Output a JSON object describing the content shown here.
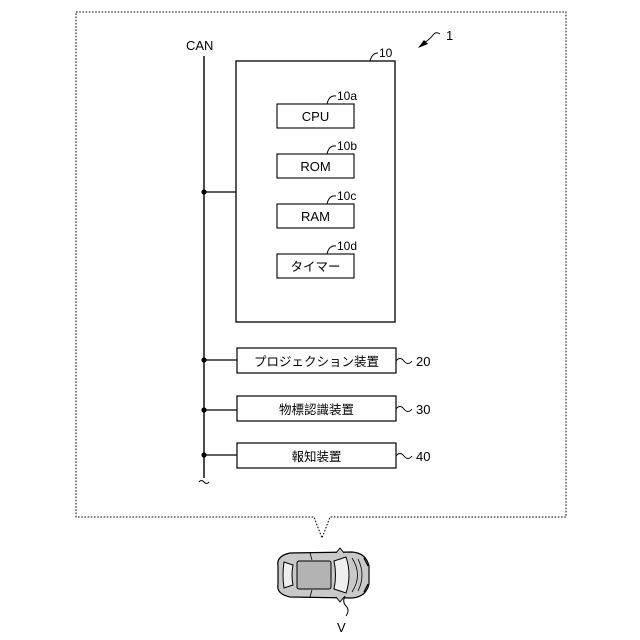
{
  "system": {
    "ref": "1"
  },
  "bus": {
    "label": "CAN"
  },
  "controller": {
    "ref": "10",
    "components": [
      {
        "ref": "10a",
        "label": "CPU"
      },
      {
        "ref": "10b",
        "label": "ROM"
      },
      {
        "ref": "10c",
        "label": "RAM"
      },
      {
        "ref": "10d",
        "label": "タイマー"
      }
    ]
  },
  "devices": [
    {
      "ref": "20",
      "label": "プロジェクション装置"
    },
    {
      "ref": "30",
      "label": "物標認識装置"
    },
    {
      "ref": "40",
      "label": "報知装置"
    }
  ],
  "vehicle": {
    "ref": "V"
  }
}
